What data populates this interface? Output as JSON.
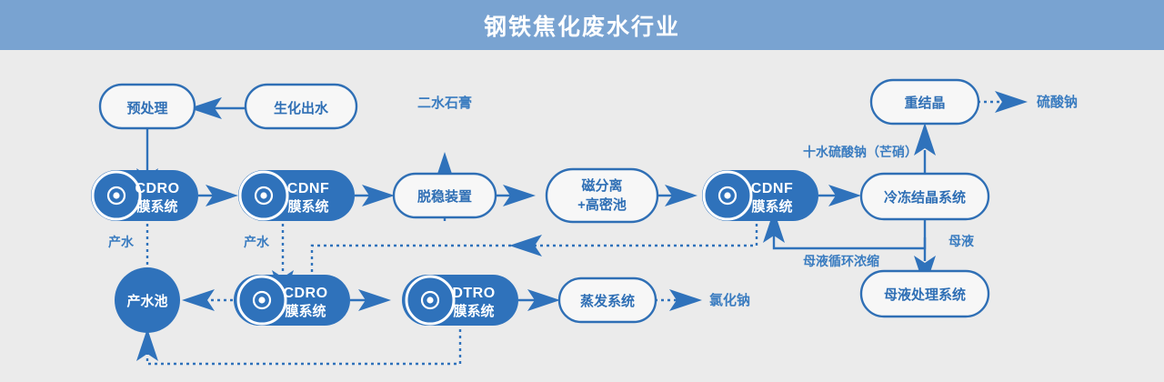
{
  "header": {
    "title": "钢铁焦化废水行业",
    "bar_color": "#79a3d1",
    "text_color": "#ffffff"
  },
  "theme": {
    "background": "#ebebeb",
    "accent": "#2f72bb",
    "outline_stroke": "#2f6fb5",
    "label_text": "#3a7cc0",
    "filled_text": "#ffffff"
  },
  "nodes": {
    "pretreatment": {
      "label": "预处理",
      "style": "outline"
    },
    "bio_effluent": {
      "label": "生化出水",
      "style": "outline"
    },
    "cdro_top": {
      "label_latin": "CDRO",
      "label_cn": "膜系统",
      "style": "filled-icon"
    },
    "cdnf_top": {
      "label_latin": "CDNF",
      "label_cn": "膜系统",
      "style": "filled-icon"
    },
    "destabilizer": {
      "label": "脱稳装置",
      "style": "outline"
    },
    "magnetic": {
      "label_line1": "磁分离",
      "label_line2": "+高密池",
      "style": "outline"
    },
    "cdnf_right": {
      "label_latin": "CDNF",
      "label_cn": "膜系统",
      "style": "filled-icon"
    },
    "freeze_cryst": {
      "label": "冷冻结晶系统",
      "style": "outline"
    },
    "recrystallize": {
      "label": "重结晶",
      "style": "outline"
    },
    "mother_liquor_sys": {
      "label": "母液处理系统",
      "style": "outline"
    },
    "product_water_pool": {
      "label": "产水池",
      "style": "filled-circle"
    },
    "cdro_bottom": {
      "label_latin": "CDRO",
      "label_cn": "膜系统",
      "style": "filled-icon"
    },
    "dtro_bottom": {
      "label_latin": "DTRO",
      "label_cn": "膜系统",
      "style": "filled-icon"
    },
    "evaporation": {
      "label": "蒸发系统",
      "style": "outline"
    }
  },
  "terminals": {
    "gypsum": "二水石膏",
    "sodium_sulfate": "硫酸钠",
    "sodium_chloride": "氯化钠"
  },
  "edge_labels": {
    "product_water_1": "产水",
    "product_water_2": "产水",
    "mirabilite": "十水硫酸钠（芒硝）",
    "mother_liquor": "母液",
    "mother_liquor_recycle": "母液循环浓缩"
  },
  "icons": {
    "membrane_icon_name": "membrane-disc-icon"
  }
}
